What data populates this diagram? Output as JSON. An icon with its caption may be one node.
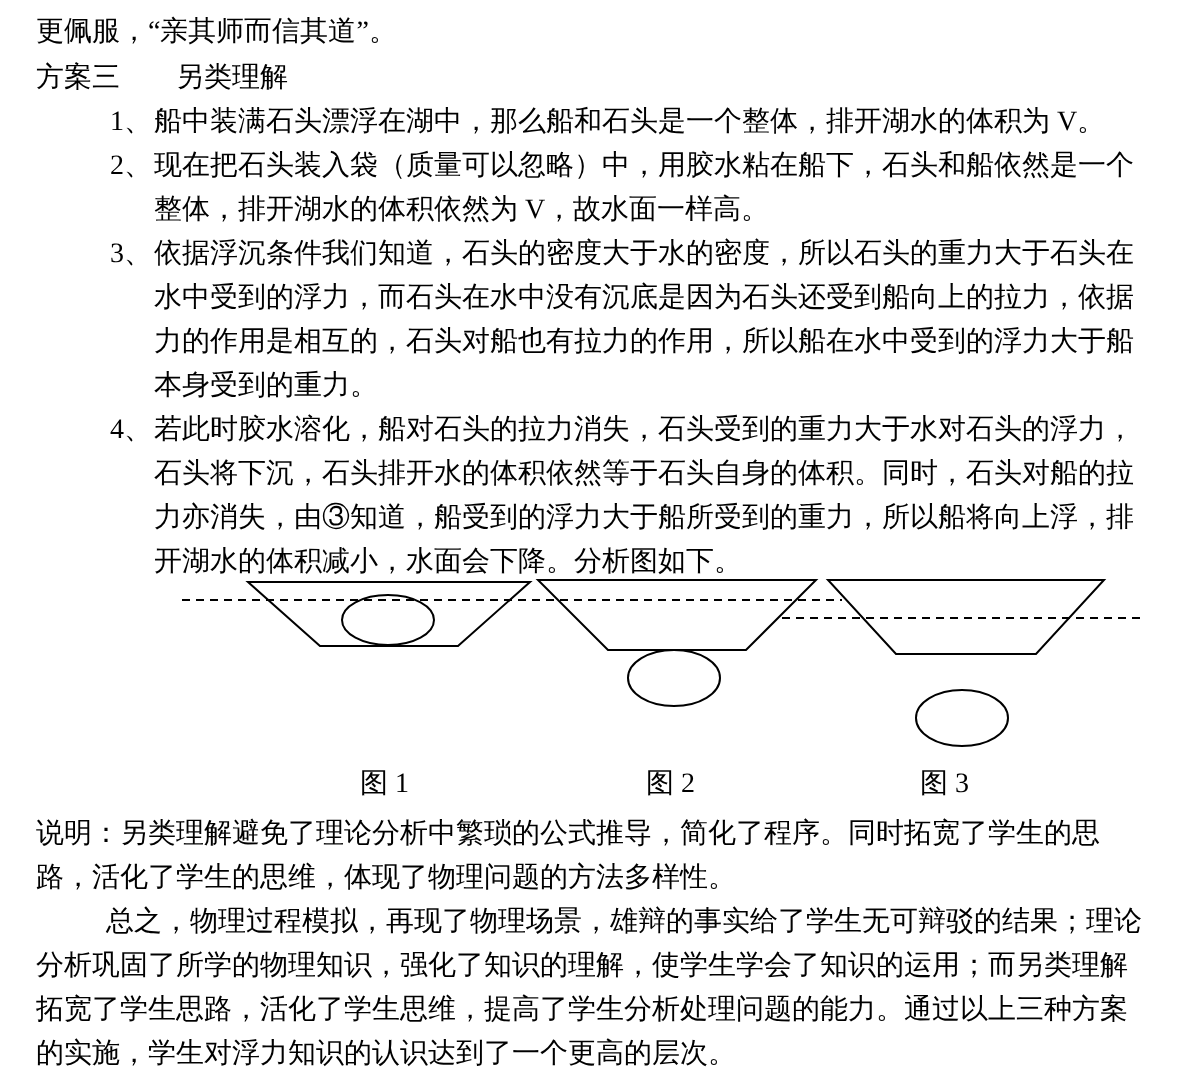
{
  "diagram": {
    "labels": [
      "更佩服，“亲其师而信其道”。",
      "方案三",
      "另类理解",
      "1、",
      "船中装满石头漂浮在湖中，那么船和石头是一个整体，排开湖水的体积为 V。",
      "2、",
      "现在把石头装入袋（质量可以忽略）中，用胶水粘在船下，石头和船依然是一个整体，排开湖水的体积依然为 V，故水面一样高。",
      "3、",
      "依据浮沉条件我们知道，石头的密度大于水的密度，所以石头的重力大于石头在水中受到的浮力，而石头在水中没有沉底是因为石头还受到船向上的拉力，依据力的作用是相互的，石头对船也有拉力的作用，所以船在水中受到的浮力大于船本身受到的重力。",
      "4、",
      "若此时胶水溶化，船对石头的拉力消失，石头受到的重力大于水对石头的浮力，石头将下沉，石头排开水的体积依然等于石头自身的体积。同时，石头对船的拉力亦消失，由③知道，船受到的浮力大于船所受到的重力，所以船将向上浮，排开湖水的体积减小，水面会下降。分析图如下。",
      "图 1",
      "图 2",
      "图 3",
      "说明：另类理解避免了理论分析中繁琐的公式推导，简化了程序。同时拓宽了学生的思路，活化了学生的思维，体现了物理问题的方法多样性。",
      "总之，物理过程模拟，再现了物理场景，雄辩的事实给了学生无可辩驳的结果；理论分析巩固了所学的物理知识，强化了知识的理解，使学生学会了知识的运用；而另类理解拓宽了学生思路，活化了学生思维，提高了学生分析处理问题的能力。通过以上三种方案的实施，学生对浮力知识的认识达到了一个更高的层次。"
    ]
  }
}
